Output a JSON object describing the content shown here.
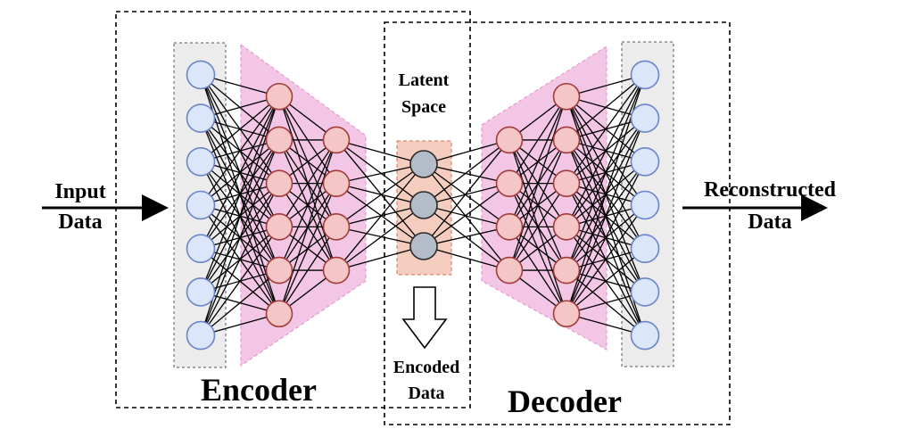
{
  "labels": {
    "input_line1": "Input",
    "input_line2": "Data",
    "output_line1": "Reconstructed",
    "output_line2": "Data",
    "latent_line1": "Latent",
    "latent_line2": "Space",
    "encoded_line1": "Encoded",
    "encoded_line2": "Data",
    "encoder": "Encoder",
    "decoder": "Decoder"
  },
  "network": {
    "layers": [
      {
        "name": "input-layer",
        "nodes": 7,
        "role": "input"
      },
      {
        "name": "encoder-hidden-1",
        "nodes": 6,
        "role": "hidden"
      },
      {
        "name": "encoder-hidden-2",
        "nodes": 4,
        "role": "hidden"
      },
      {
        "name": "latent-layer",
        "nodes": 3,
        "role": "latent"
      },
      {
        "name": "decoder-hidden-1",
        "nodes": 4,
        "role": "hidden"
      },
      {
        "name": "decoder-hidden-2",
        "nodes": 6,
        "role": "hidden"
      },
      {
        "name": "output-layer",
        "nodes": 7,
        "role": "output"
      }
    ]
  },
  "colors": {
    "io_node_fill": "#dce6fa",
    "io_node_stroke": "#6a85c8",
    "hidden_node_fill": "#f4c6c6",
    "hidden_node_stroke": "#a33b3b",
    "latent_node_fill": "#b4bcc8",
    "latent_node_stroke": "#2a2a2a",
    "io_box_fill": "#ececec",
    "trapezoid_fill": "#f2c6e4",
    "latent_box_fill": "#f5cdbe",
    "latent_box_stroke": "#d0705a"
  }
}
